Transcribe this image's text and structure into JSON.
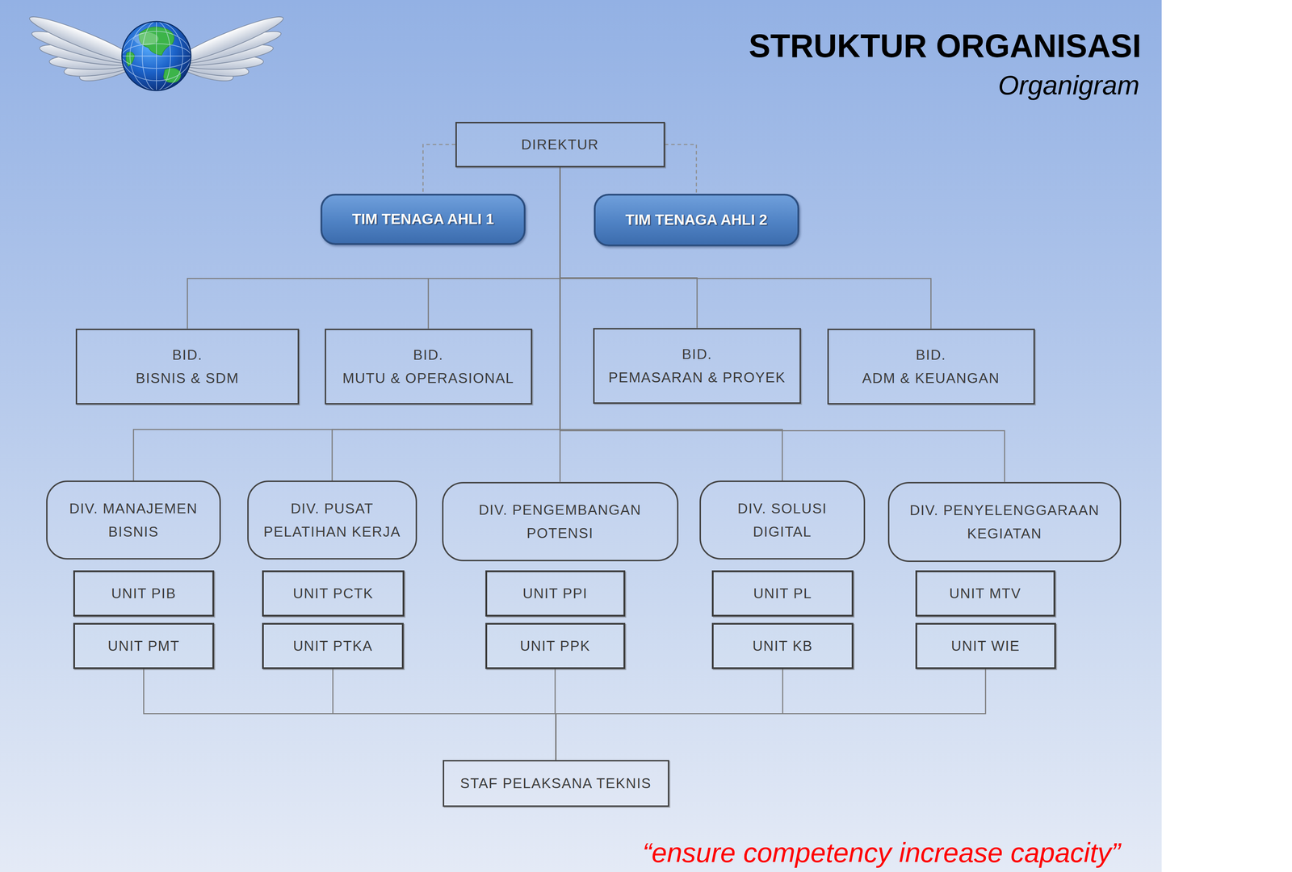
{
  "diagram": {
    "title": "STRUKTUR ORGANISASI",
    "nodes": [
      {
        "text": [
          "DIREKTUR"
        ]
      },
      {
        "text": [
          "TIM TENAGA AHLI 1"
        ]
      },
      {
        "text": [
          "TIM TENAGA AHLI 2"
        ]
      },
      {
        "text": [
          "BID. BISNIS & SDM"
        ]
      },
      {
        "text": [
          "BID. MUTU & OPERASIONAL"
        ]
      },
      {
        "text": [
          "BID. PEMASARAN & PROYEK"
        ]
      },
      {
        "text": [
          "BID. ADM & KEUANGAN"
        ]
      },
      {
        "text": [
          "DIV. MANAJEMEN BISNIS"
        ]
      },
      {
        "text": [
          "DIV. PUSAT PELATIHAN KERJA"
        ]
      },
      {
        "text": [
          "DIV. PENGEMBANGAN POTENSI"
        ]
      },
      {
        "text": [
          "DIV. SOLUSI DIGITAL"
        ]
      },
      {
        "text": [
          "DIV. PENYELENGGARAAN KEGIATAN"
        ]
      },
      {
        "text": [
          "UNIT PIB"
        ]
      },
      {
        "text": [
          "UNIT PCTK"
        ]
      },
      {
        "text": [
          "UNIT PPI"
        ]
      },
      {
        "text": [
          "UNIT PL"
        ]
      },
      {
        "text": [
          "UNIT MTV"
        ]
      },
      {
        "text": [
          "UNIT PMT"
        ]
      },
      {
        "text": [
          "UNIT PTKA"
        ]
      },
      {
        "text": [
          "UNIT PPK"
        ]
      },
      {
        "text": [
          "UNIT KB"
        ]
      },
      {
        "text": [
          "UNIT WIE"
        ]
      },
      {
        "text": [
          "STAF PELAKSANA TEKNIS"
        ]
      }
    ],
    "edges": [
      {
        "from": 0,
        "to": 1,
        "arrow": "none"
      },
      {
        "from": 0,
        "to": 2,
        "arrow": "none"
      },
      {
        "from": 0,
        "to": 3,
        "arrow": "none"
      },
      {
        "from": 0,
        "to": 4,
        "arrow": "none"
      },
      {
        "from": 0,
        "to": 5,
        "arrow": "none"
      },
      {
        "from": 0,
        "to": 6,
        "arrow": "none"
      },
      {
        "from": 0,
        "to": 7,
        "arrow": "none"
      },
      {
        "from": 0,
        "to": 8,
        "arrow": "none"
      },
      {
        "from": 0,
        "to": 9,
        "arrow": "none"
      },
      {
        "from": 0,
        "to": 10,
        "arrow": "none"
      },
      {
        "from": 0,
        "to": 11,
        "arrow": "none"
      },
      {
        "from": 17,
        "to": 22,
        "arrow": "none"
      },
      {
        "from": 18,
        "to": 22,
        "arrow": "none"
      },
      {
        "from": 19,
        "to": 22,
        "arrow": "none"
      },
      {
        "from": 20,
        "to": 22,
        "arrow": "none"
      },
      {
        "from": 21,
        "to": 22,
        "arrow": "none"
      }
    ],
    "labels": [
      "Organigram",
      "“ensure competency increase capacity”"
    ]
  }
}
